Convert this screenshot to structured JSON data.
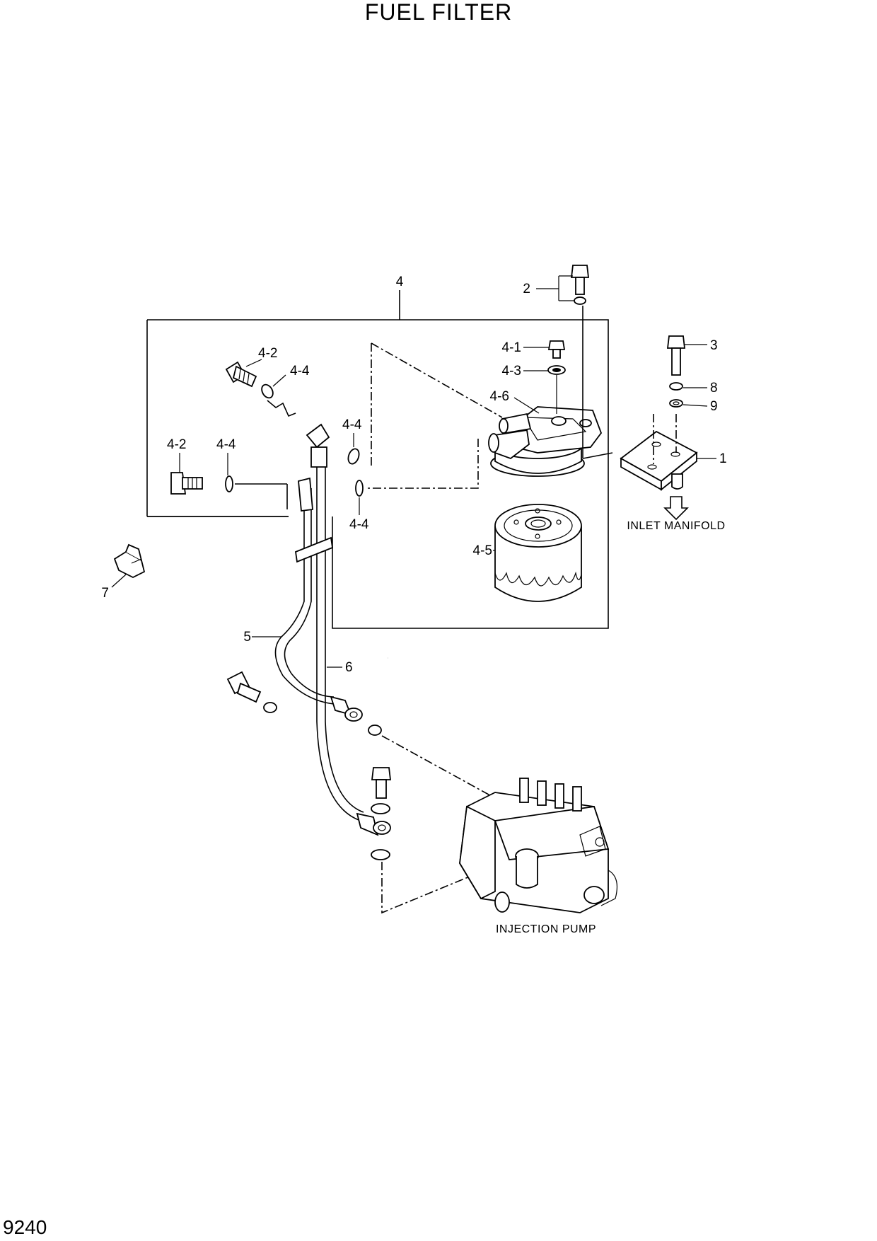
{
  "title": "FUEL FILTER",
  "page_number": "9240",
  "notes": {
    "inlet": "INLET MANIFOLD",
    "injection": "INJECTION PUMP"
  },
  "callouts": {
    "c1": "1",
    "c2": "2",
    "c3": "3",
    "c4": "4",
    "c4_1": "4-1",
    "c4_2a": "4-2",
    "c4_2b": "4-2",
    "c4_3": "4-3",
    "c4_4a": "4-4",
    "c4_4b": "4-4",
    "c4_4c": "4-4",
    "c4_4d": "4-4",
    "c4_5": "4-5",
    "c4_6": "4-6",
    "c5": "5",
    "c6": "6",
    "c7": "7",
    "c8": "8",
    "c9": "9"
  }
}
